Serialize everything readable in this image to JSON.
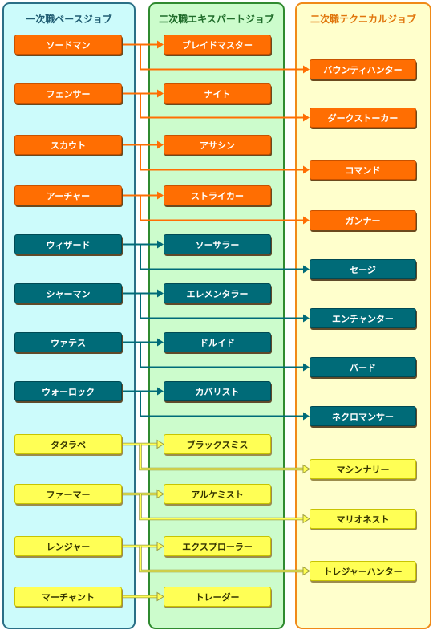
{
  "columns": {
    "base": "一次職ベースジョブ",
    "expert": "二次職エキスパートジョブ",
    "technical": "二次職テクニカルジョブ"
  },
  "colors": {
    "orange": "#ff6e02",
    "teal": "#006b78",
    "yellow": "#ffff55",
    "line_yellow": "#ffff55"
  },
  "rows": [
    {
      "color": "orange",
      "base": "ソードマン",
      "expert": "ブレイドマスター",
      "technical": "バウンティハンター"
    },
    {
      "color": "orange",
      "base": "フェンサー",
      "expert": "ナイト",
      "technical": "ダークストーカー"
    },
    {
      "color": "orange",
      "base": "スカウト",
      "expert": "アサシン",
      "technical": "コマンド"
    },
    {
      "color": "orange",
      "base": "アーチャー",
      "expert": "ストライカー",
      "technical": "ガンナー"
    },
    {
      "color": "teal",
      "base": "ウィザード",
      "expert": "ソーサラー",
      "technical": "セージ"
    },
    {
      "color": "teal",
      "base": "シャーマン",
      "expert": "エレメンタラー",
      "technical": "エンチャンター"
    },
    {
      "color": "teal",
      "base": "ウァテス",
      "expert": "ドルイド",
      "technical": "バード"
    },
    {
      "color": "teal",
      "base": "ウォーロック",
      "expert": "カバリスト",
      "technical": "ネクロマンサー"
    },
    {
      "color": "yellow",
      "base": "タタラベ",
      "expert": "ブラックスミス",
      "technical": "マシンナリー"
    },
    {
      "color": "yellow",
      "base": "ファーマー",
      "expert": "アルケミスト",
      "technical": "マリオネスト"
    },
    {
      "color": "yellow",
      "base": "レンジャー",
      "expert": "エクスプローラー",
      "technical": "トレジャーハンター"
    },
    {
      "color": "yellow",
      "base": "マーチャント",
      "expert": "トレーダー",
      "technical": null
    }
  ]
}
